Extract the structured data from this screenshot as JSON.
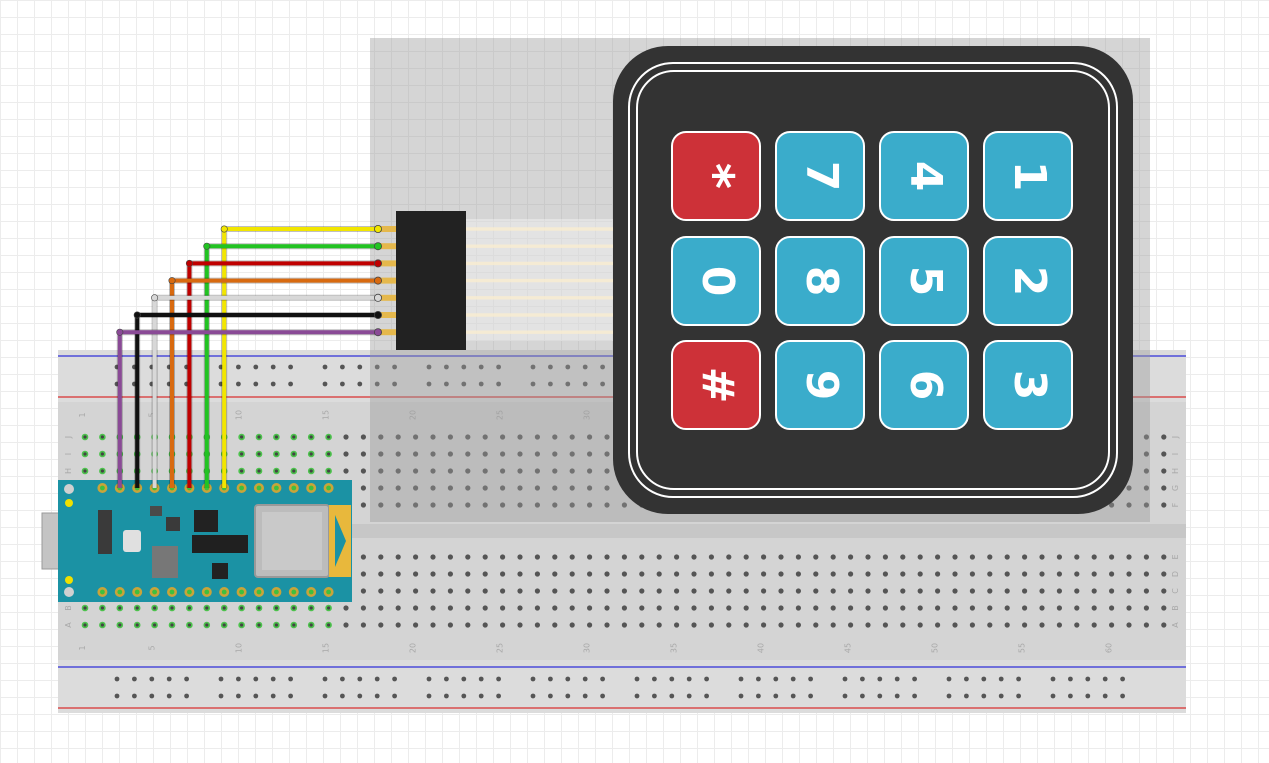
{
  "breadboard": {
    "column_numbers": [
      "1",
      "5",
      "10",
      "15",
      "20",
      "25",
      "30",
      "35",
      "40",
      "45",
      "50",
      "55",
      "60"
    ],
    "top_row_letters": [
      "J",
      "I",
      "H",
      "G",
      "F"
    ],
    "bottom_row_letters": [
      "E",
      "D",
      "C",
      "B",
      "A"
    ]
  },
  "keypad": {
    "keys": [
      [
        "*",
        "7",
        "4",
        "1"
      ],
      [
        "0",
        "8",
        "5",
        "2"
      ],
      [
        "#",
        "9",
        "6",
        "3"
      ]
    ],
    "key_colors": {
      "special": "#cd3138",
      "digit": "#3aaccb"
    },
    "body_color": "#333333"
  },
  "wires": [
    {
      "name": "yellow",
      "color": "#f2e600"
    },
    {
      "name": "green",
      "color": "#22c322"
    },
    {
      "name": "red",
      "color": "#c00000"
    },
    {
      "name": "orange",
      "color": "#d86a10"
    },
    {
      "name": "white",
      "color": "#d8d8d8"
    },
    {
      "name": "black",
      "color": "#111111"
    },
    {
      "name": "purple",
      "color": "#8a4a96"
    }
  ],
  "microcontroller": {
    "board_color": "#1b92a4"
  }
}
